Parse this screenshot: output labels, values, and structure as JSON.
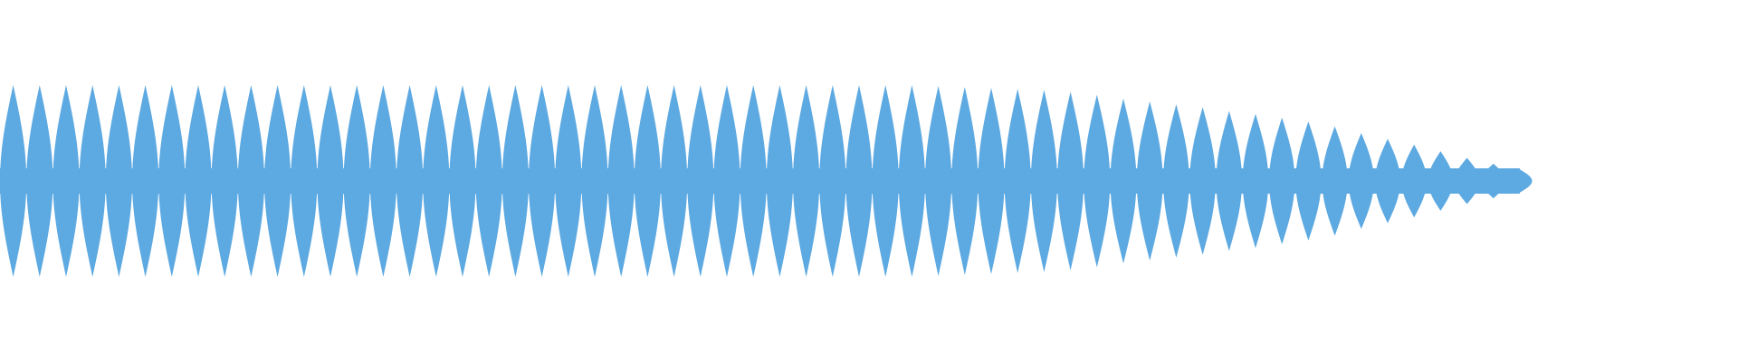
{
  "waveform": {
    "color": "#5DA9E1",
    "background": "#FFFFFF",
    "lobe_count": 58,
    "amplitude_profile": [
      1.0,
      1.0,
      1.0,
      1.0,
      1.0,
      1.0,
      1.0,
      1.0,
      1.0,
      1.0,
      1.0,
      1.0,
      1.0,
      1.0,
      1.0,
      1.0,
      1.0,
      1.0,
      1.0,
      1.0,
      1.0,
      1.0,
      1.0,
      1.0,
      1.0,
      1.0,
      1.0,
      1.0,
      1.0,
      1.0,
      1.0,
      1.0,
      1.0,
      1.0,
      1.0,
      0.99,
      0.98,
      0.97,
      0.96,
      0.95,
      0.93,
      0.9,
      0.86,
      0.83,
      0.8,
      0.77,
      0.73,
      0.7,
      0.66,
      0.62,
      0.57,
      0.5,
      0.44,
      0.38,
      0.31,
      0.24,
      0.18,
      0.12
    ]
  }
}
